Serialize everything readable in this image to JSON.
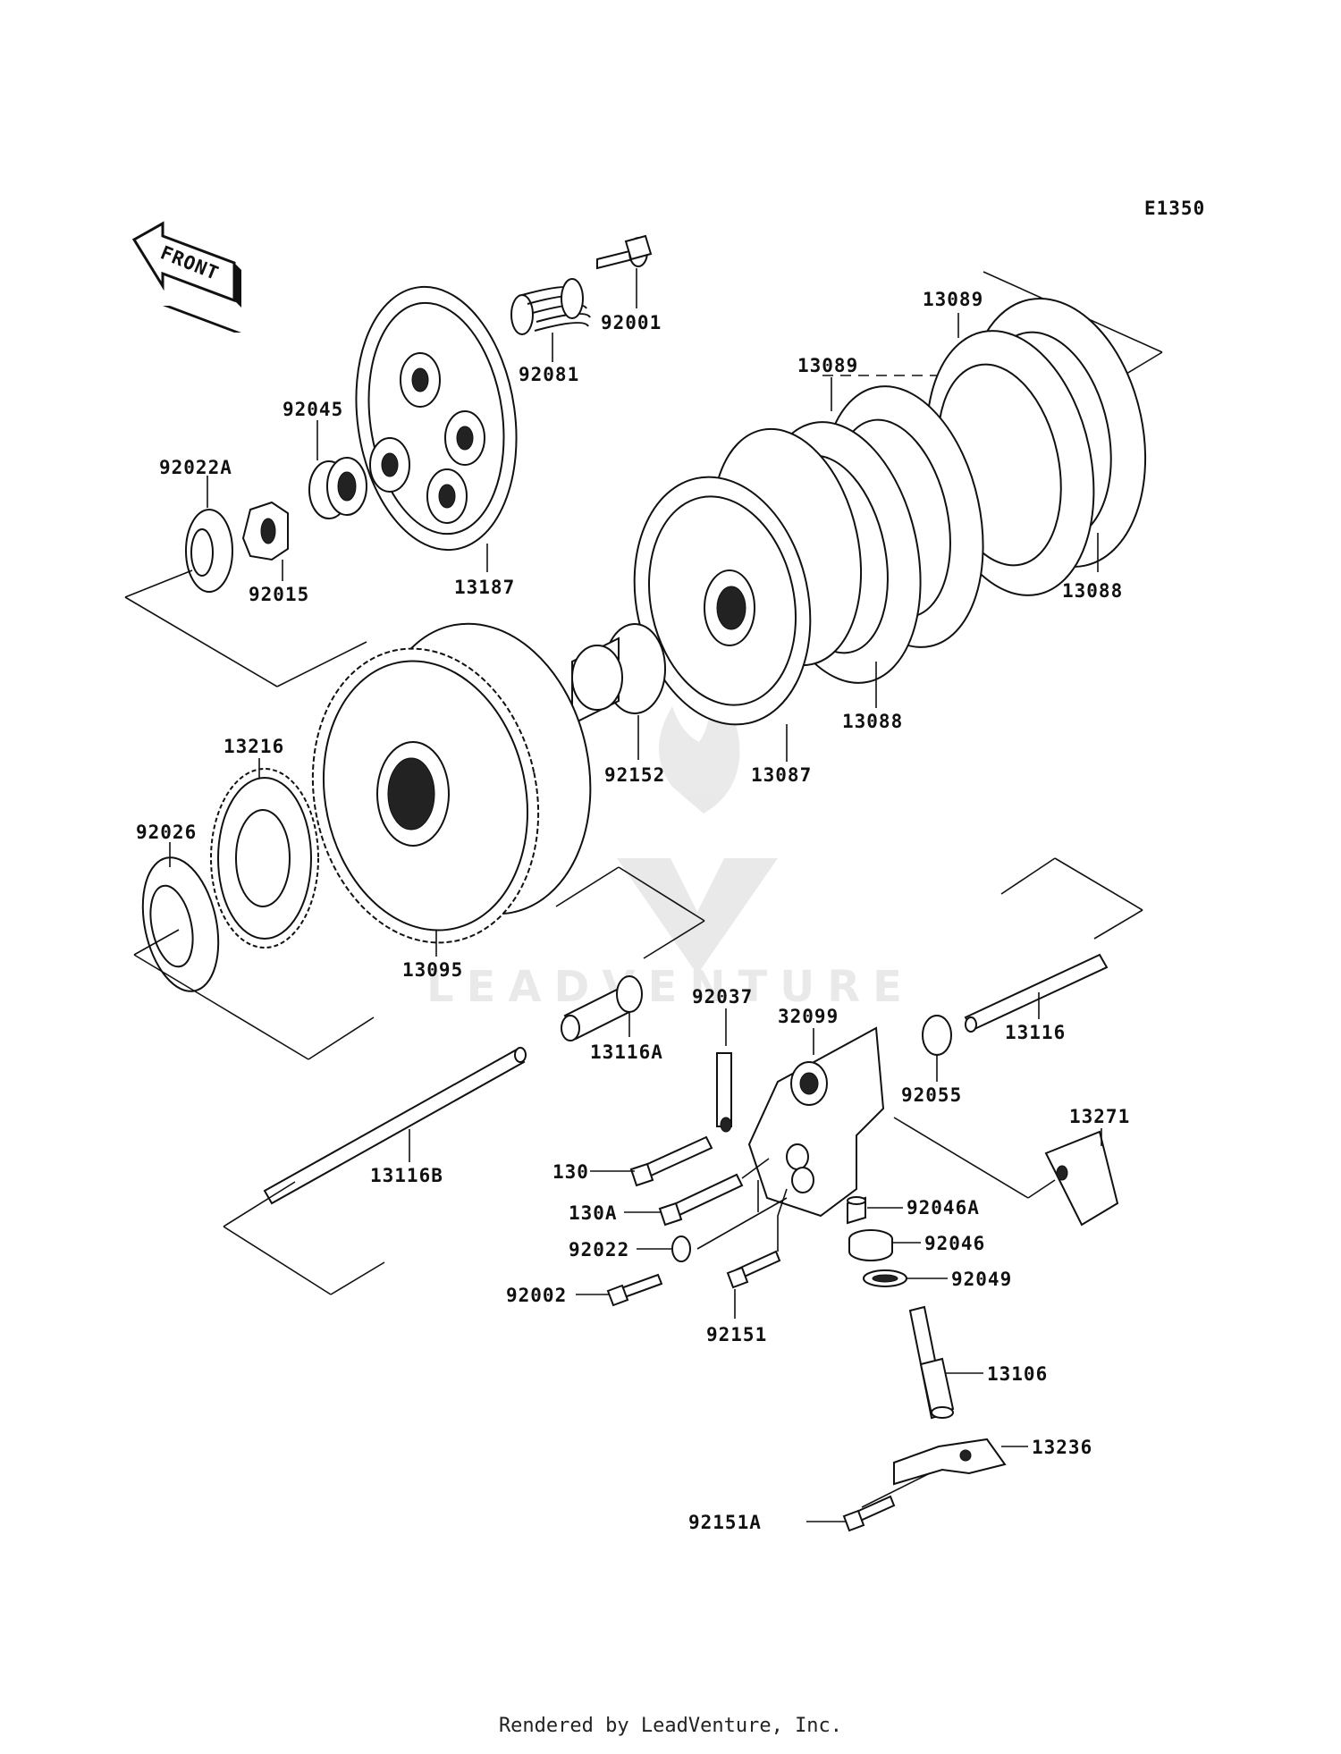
{
  "diagram_code": "E1350",
  "front_label": "FRONT",
  "watermark": "LEADVENTURE",
  "footer": "Rendered by LeadVenture, Inc.",
  "parts": [
    {
      "id": "92001"
    },
    {
      "id": "92081"
    },
    {
      "id": "92045"
    },
    {
      "id": "92022A"
    },
    {
      "id": "92015"
    },
    {
      "id": "13187"
    },
    {
      "id": "13089a",
      "label": "13089"
    },
    {
      "id": "13089b",
      "label": "13089"
    },
    {
      "id": "13088a",
      "label": "13088"
    },
    {
      "id": "13088b",
      "label": "13088"
    },
    {
      "id": "13087"
    },
    {
      "id": "92152"
    },
    {
      "id": "13216"
    },
    {
      "id": "92026"
    },
    {
      "id": "13095"
    },
    {
      "id": "92037"
    },
    {
      "id": "13116A"
    },
    {
      "id": "32099"
    },
    {
      "id": "92055"
    },
    {
      "id": "13116"
    },
    {
      "id": "13271"
    },
    {
      "id": "13116B"
    },
    {
      "id": "130"
    },
    {
      "id": "130A"
    },
    {
      "id": "92022"
    },
    {
      "id": "92002"
    },
    {
      "id": "92151"
    },
    {
      "id": "92046A"
    },
    {
      "id": "92046"
    },
    {
      "id": "92049"
    },
    {
      "id": "13106"
    },
    {
      "id": "13236"
    },
    {
      "id": "92151A"
    }
  ]
}
